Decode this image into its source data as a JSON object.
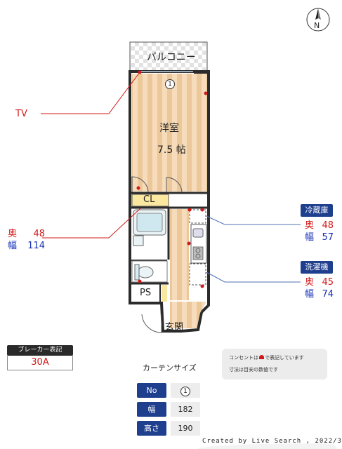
{
  "compass": {
    "label": "N"
  },
  "rooms": {
    "balcony": "バルコニー",
    "western": "洋室",
    "western_size": "7.5 帖",
    "closet": "CL",
    "pipe_space": "PS",
    "entrance": "玄関",
    "window_no": "1"
  },
  "callouts": {
    "tv": "TV",
    "bed": {
      "depth_label": "奥",
      "depth": "48",
      "width_label": "幅",
      "width": "114"
    },
    "fridge": {
      "title": "冷蔵庫",
      "depth_label": "奥",
      "depth": "48",
      "width_label": "幅",
      "width": "57"
    },
    "washer": {
      "title": "洗濯機",
      "depth_label": "奥",
      "depth": "45",
      "width_label": "幅",
      "width": "74"
    }
  },
  "breaker": {
    "title": "ブレーカー表記",
    "value": "30A"
  },
  "note": {
    "line1a": "コンセントは",
    "line1b": "で表記しています",
    "line2": "寸法は目安の数値です"
  },
  "curtain": {
    "title": "カーテンサイズ",
    "rows": [
      {
        "label": "No",
        "value": "1"
      },
      {
        "label": "幅",
        "value": "182"
      },
      {
        "label": "高さ",
        "value": "190"
      }
    ]
  },
  "footer": "Created by Live Search , 2022/3",
  "colors": {
    "wall": "#2b2b2b",
    "navy": "#1e3f8e",
    "outlet": "#d21919",
    "floor_light": "#f6dcba",
    "floor_dark": "#ecc79a",
    "closet": "#fbe8a0"
  }
}
